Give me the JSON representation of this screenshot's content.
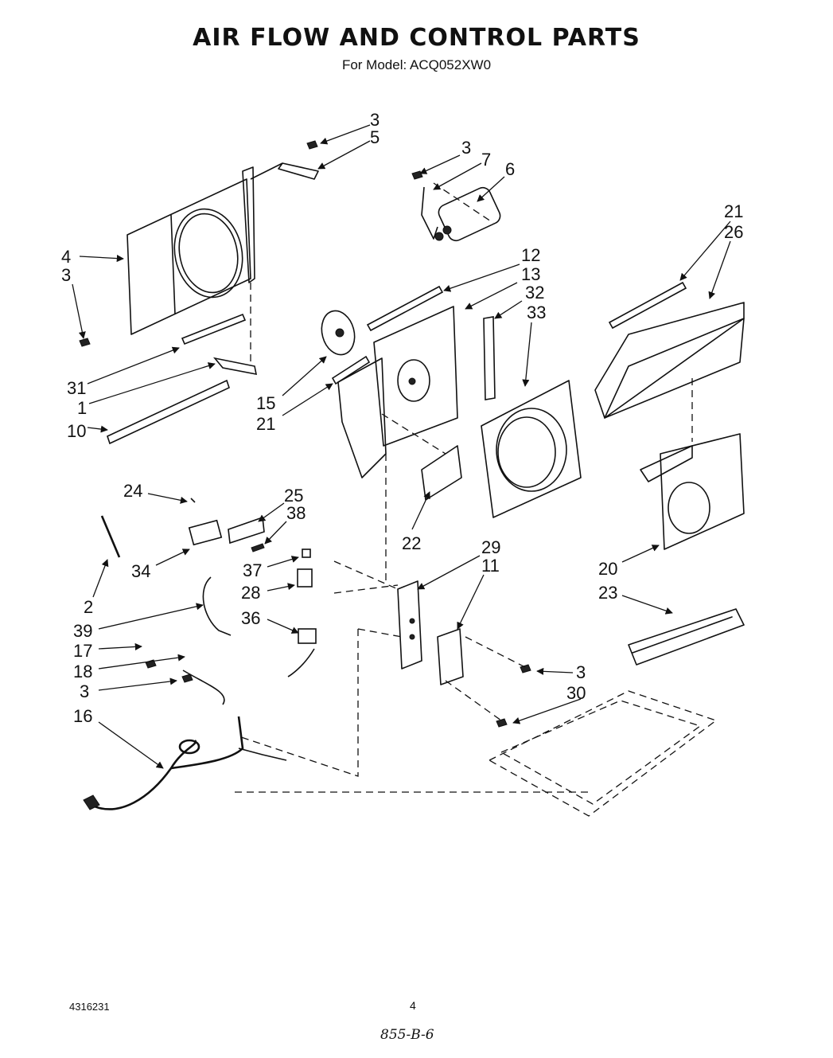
{
  "page": {
    "title": "AIR FLOW AND CONTROL PARTS",
    "subtitle": "For Model: ACQ052XW0",
    "footer_code": "4316231",
    "page_number": "4",
    "handwritten_note": "855-B-6"
  },
  "callouts": [
    "3",
    "5",
    "3",
    "7",
    "6",
    "21",
    "26",
    "4",
    "3",
    "12",
    "13",
    "32",
    "33",
    "15",
    "31",
    "1",
    "21",
    "10",
    "24",
    "25",
    "38",
    "22",
    "29",
    "11",
    "34",
    "37",
    "28",
    "36",
    "20",
    "23",
    "2",
    "39",
    "17",
    "18",
    "3",
    "3",
    "30",
    "16"
  ]
}
